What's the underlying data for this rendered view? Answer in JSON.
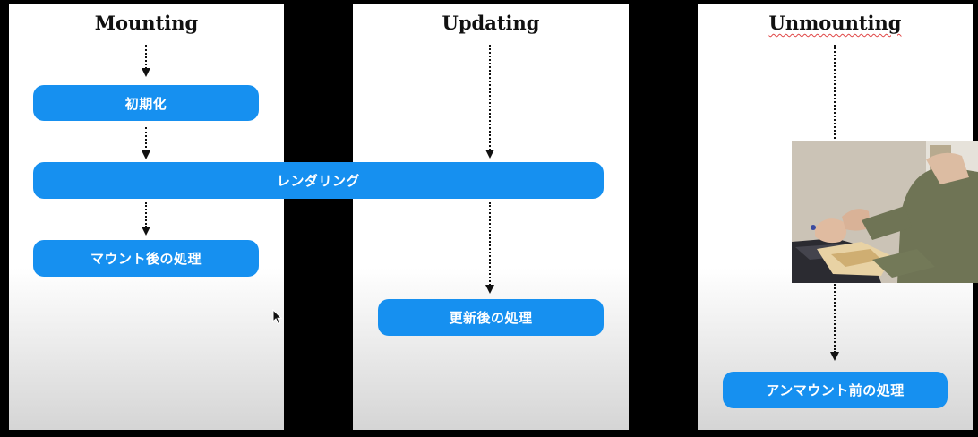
{
  "phases": {
    "mounting": {
      "title": "Mounting",
      "steps": [
        "初期化",
        "マウント後の処理"
      ]
    },
    "updating": {
      "title": "Updating",
      "steps": [
        "更新後の処理"
      ]
    },
    "unmounting": {
      "title": "Unmounting",
      "steps": [
        "アンマウント前の処理"
      ]
    }
  },
  "shared_step": "レンダリング",
  "colors": {
    "box": "#1690f0",
    "background": "#000000",
    "panel": "#ffffff",
    "arrow": "#111111"
  },
  "overlay": {
    "camera_feed_icon": "person-at-keyboard"
  }
}
